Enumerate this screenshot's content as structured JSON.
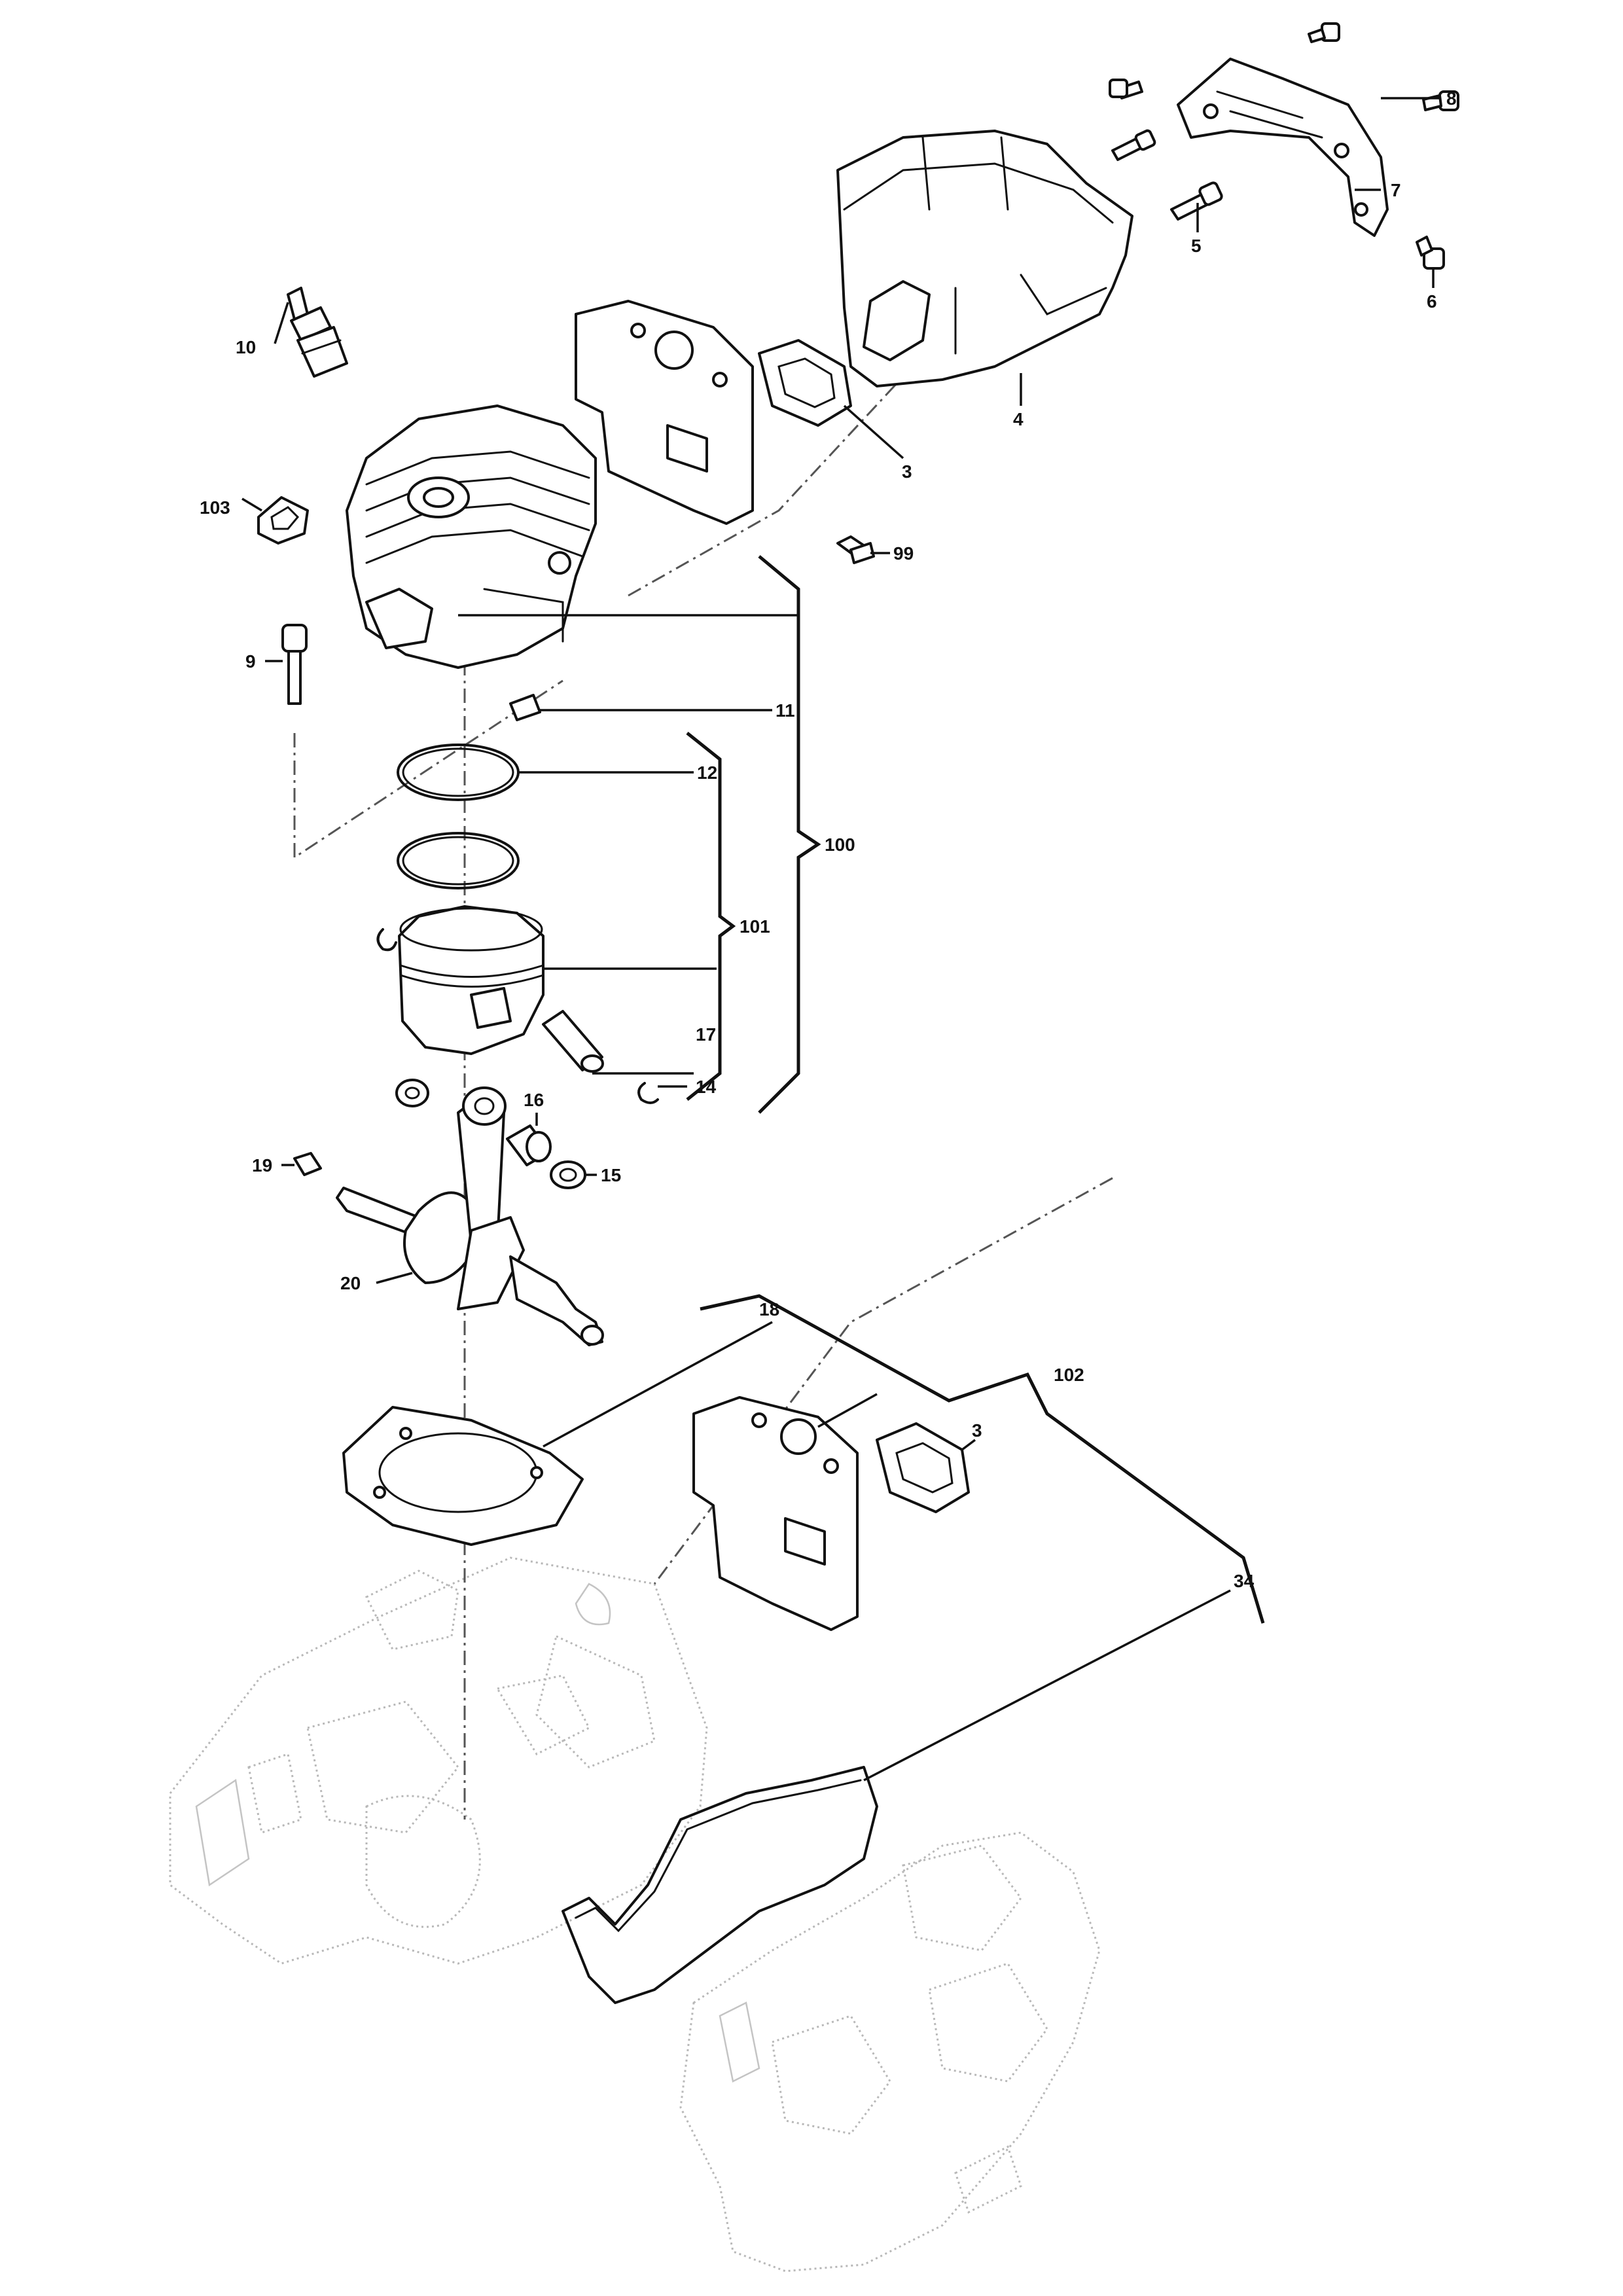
{
  "callouts": {
    "c3a": "3",
    "c3b": "3",
    "c4": "4",
    "c5": "5",
    "c6": "6",
    "c7": "7",
    "c8": "8",
    "c9": "9",
    "c10": "10",
    "c11": "11",
    "c12": "12",
    "c14": "14",
    "c15": "15",
    "c16": "16",
    "c17": "17",
    "c18": "18",
    "c19": "19",
    "c20": "20",
    "c34": "34",
    "c99": "99",
    "c100": "100",
    "c101": "101",
    "c102": "102",
    "c103": "103"
  }
}
